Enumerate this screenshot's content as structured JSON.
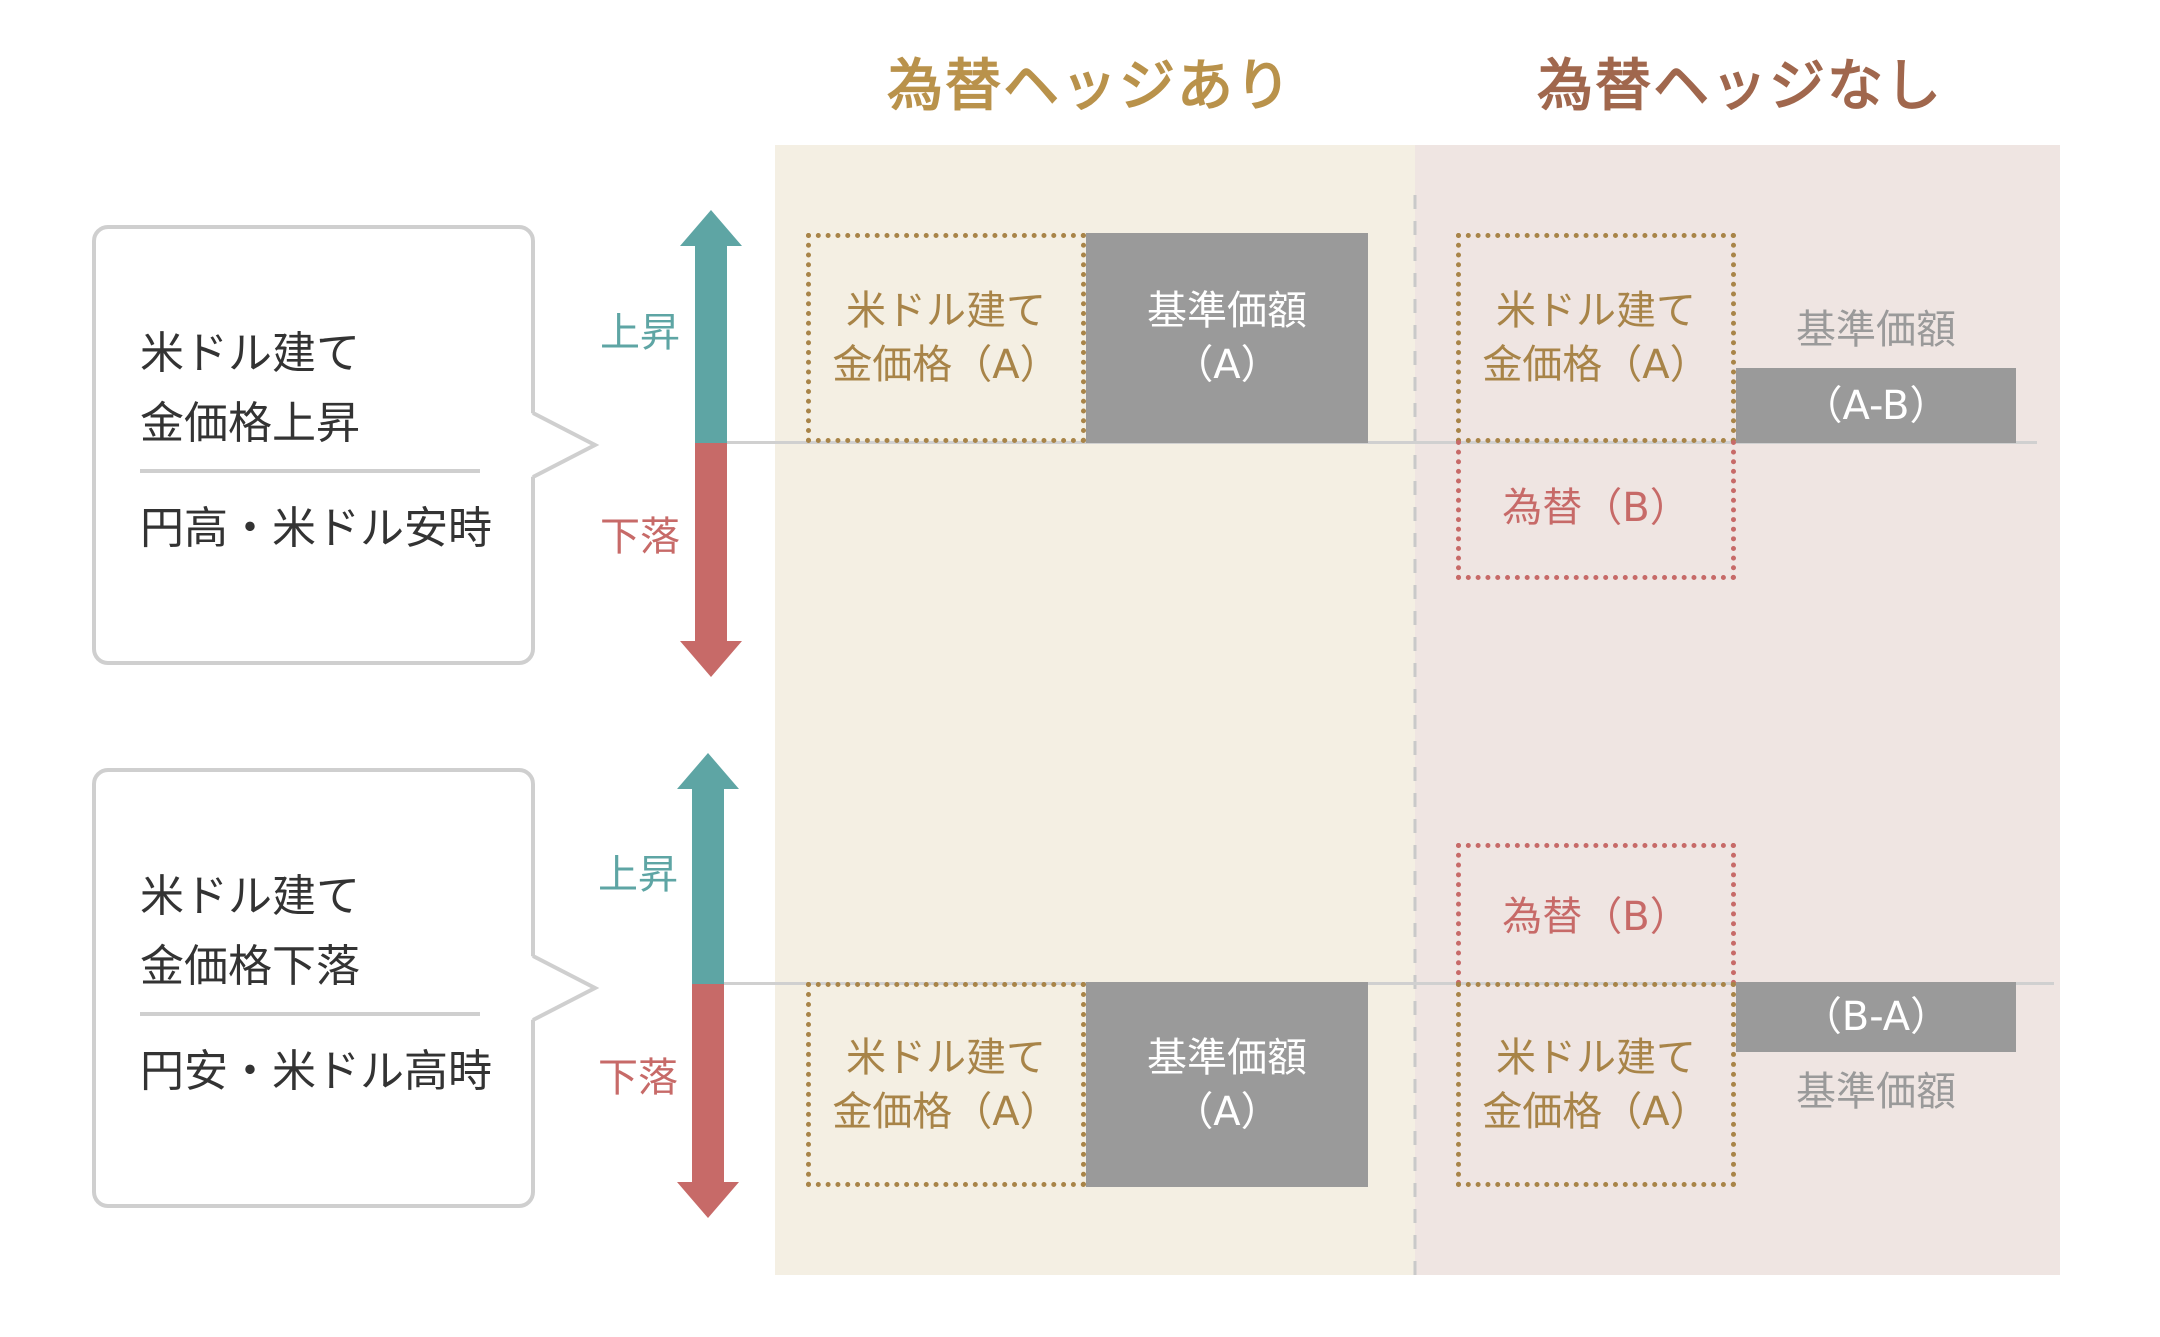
{
  "columns": {
    "hedged": {
      "title": "為替ヘッジあり",
      "color": "#b9924b",
      "bg": "#f4efe3"
    },
    "unhedged": {
      "title": "為替ヘッジなし",
      "color": "#a0674d",
      "bg": "#efe5e2"
    }
  },
  "colors": {
    "teal": "#5ea5a4",
    "red": "#c76a68",
    "gold": "#a88448",
    "gray": "#9a9a9a"
  },
  "scenarios": [
    {
      "bubble": {
        "line1": "米ドル建て\n金価格上昇",
        "line2": "円高・米ドル安時"
      },
      "up_label": "上昇",
      "down_label": "下落",
      "hedged": {
        "gold_box": "米ドル建て\n金価格（A）",
        "nav_box": "基準価額\n（A）"
      },
      "unhedged": {
        "gold_box": "米ドル建て\n金価格（A）",
        "fx_box": "為替（B）",
        "nav_label": "基準価額",
        "nav_value": "（A-B）"
      }
    },
    {
      "bubble": {
        "line1": "米ドル建て\n金価格下落",
        "line2": "円安・米ドル高時"
      },
      "up_label": "上昇",
      "down_label": "下落",
      "hedged": {
        "gold_box": "米ドル建て\n金価格（A）",
        "nav_box": "基準価額\n（A）"
      },
      "unhedged": {
        "gold_box": "米ドル建て\n金価格（A）",
        "fx_box": "為替（B）",
        "nav_label": "基準価額",
        "nav_value": "（B-A）"
      }
    }
  ]
}
